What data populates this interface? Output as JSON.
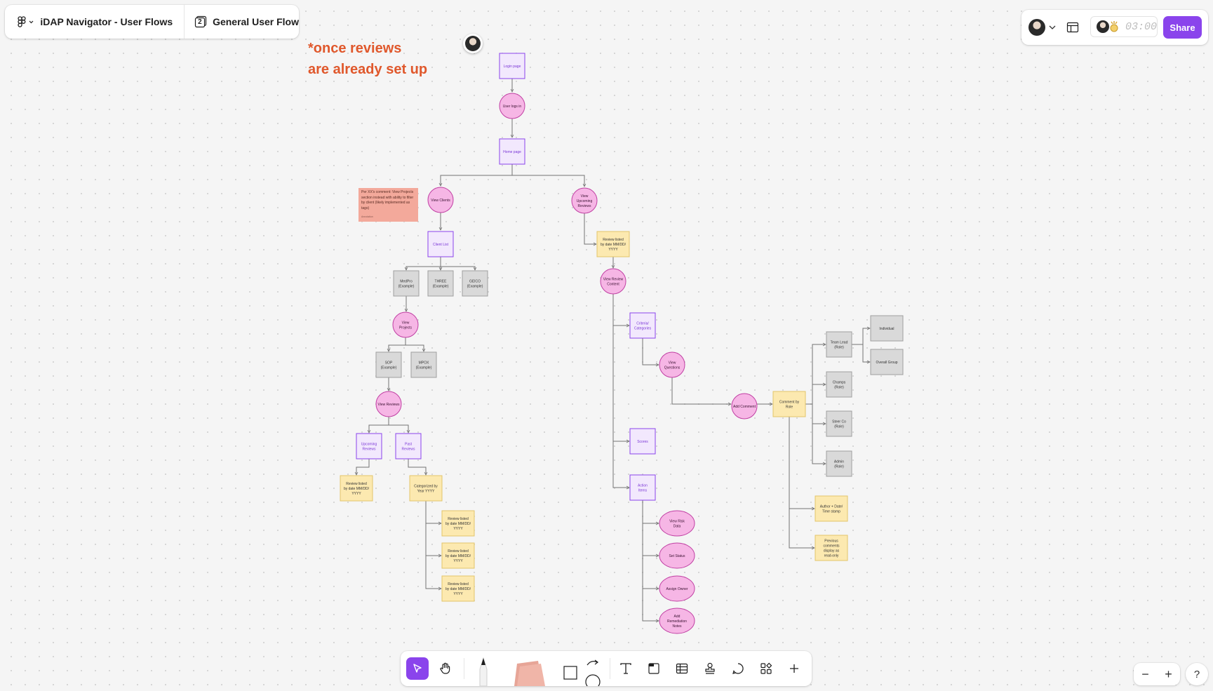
{
  "header": {
    "file_name": "iDAP Navigator - User Flows",
    "page_number": "2",
    "page_name": "General User Flow"
  },
  "topbar": {
    "timer": "03:00",
    "share_label": "Share"
  },
  "canvas": {
    "annotation_line1": "*once reviews",
    "annotation_line2": "are already set up",
    "sticky_text": "Per XX's comment: View Projects section instead with ability to filter by client (likely implemented as tags)",
    "sticky_author": "Annotation",
    "flow": {
      "login_page": "Login page",
      "user_login": "User logs in",
      "home_page": "Home page",
      "view_clients": "View Clients",
      "client_list": "Client List",
      "client_1": "MedPro (Example)",
      "client_2": "THREE (Example)",
      "client_3": "GEICO (Example)",
      "view_projects": "View Projects",
      "project_1": "SOP (Example)",
      "project_2": "MPOX (Example)",
      "view_reviews": "View Reviews",
      "upcoming_reviews": "Upcoming Reviews",
      "past_reviews": "Past Reviews",
      "review_listed_a": "Review listed by date MM/DD/ YYYY",
      "categorized_year": "Categorized by Year YYYY",
      "review_listed_b": "Review listed by date MM/DD/ YYYY",
      "review_listed_c": "Review listed by date MM/DD/ YYYY",
      "review_listed_d": "Review listed by date MM/DD/ YYYY",
      "view_upcoming_reviews": "View Upcoming Reviews",
      "review_listed_main": "Review listed by date MM/DD/ YYYY",
      "view_review_content": "View Review Content",
      "criteria": "Criteria/ Categories",
      "view_questions": "View Questions",
      "add_comment": "Add Comment",
      "comment_by_role": "Comment by Role",
      "team_lead": "Team Lead (Role)",
      "individual": "Individual",
      "overall_group": "Overall Group",
      "champs": "Champs (Role)",
      "steer_co": "Steer Co (Role)",
      "admin": "Admin (Role)",
      "author_date": "Author + Date/ Time stamp",
      "previous_comments": "Previous comments display as read-only",
      "scores": "Scores",
      "action_items": "Action Items",
      "view_risk": "View Risk Data",
      "set_status": "Set Status",
      "assign_owner": "Assign Owner",
      "add_remediation": "Add Remediation Notes"
    }
  },
  "colors": {
    "accent": "#8a44ec",
    "annotation": "#e0582c",
    "page_node_fill": "#f2e8fd",
    "page_node_stroke": "#8a44ec",
    "action_node_fill": "#f6b6e5",
    "action_node_stroke": "#c03fa3",
    "example_fill": "#d9d9d9",
    "data_fill": "#fce9b0",
    "connector": "#737373"
  },
  "toolbar": {
    "tools": [
      "move-tool",
      "hand-tool",
      "pen-tool",
      "sticky-tool",
      "shape-tool",
      "text-tool",
      "section-tool",
      "table-tool",
      "stamp-tool",
      "comment-tool",
      "widgets-tool",
      "more-tool"
    ]
  },
  "zoom": {
    "out": "−",
    "in": "+"
  },
  "help_label": "?"
}
